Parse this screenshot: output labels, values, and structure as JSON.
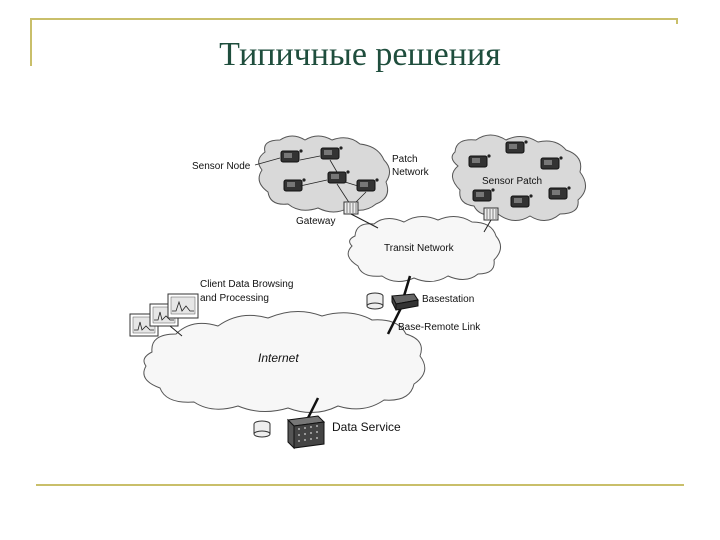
{
  "slide": {
    "title": "Типичные решения"
  },
  "diagram": {
    "labels": {
      "sensor_node": "Sensor Node",
      "patch_network": "Patch",
      "patch_network_2": "Network",
      "sensor_patch": "Sensor Patch",
      "gateway": "Gateway",
      "transit_network": "Transit Network",
      "client_browsing_1": "Client Data Browsing",
      "client_browsing_2": "and Processing",
      "basestation": "Basestation",
      "base_remote_link": "Base-Remote Link",
      "internet": "Internet",
      "data_service": "Data Service"
    }
  }
}
